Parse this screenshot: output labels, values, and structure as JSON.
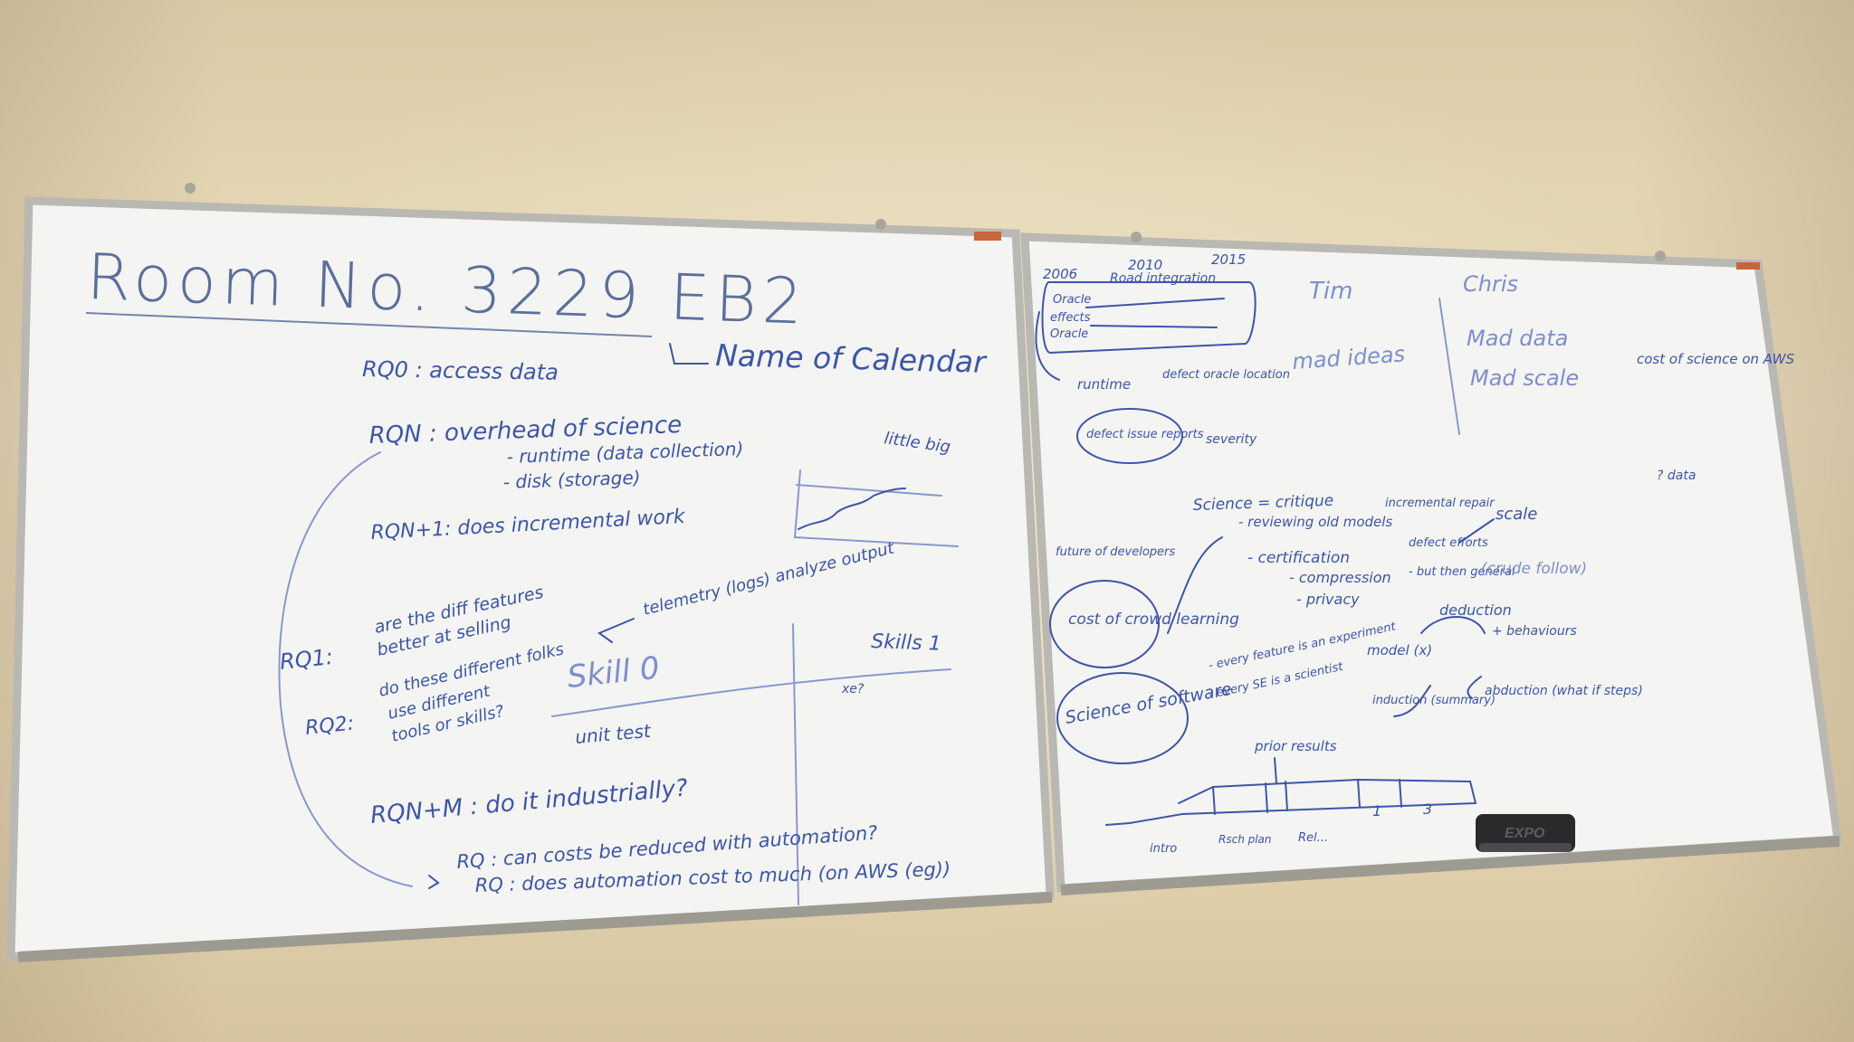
{
  "left_board": {
    "title": "Room No. 3229 EB2",
    "rq0": "RQ0 : access data",
    "calendar_note": "Name of Calendar",
    "rqn": "RQN : overhead of science",
    "rqn_sub1": "- runtime (data collection)",
    "rqn_sub2": "- disk (storage)",
    "chart_label": "little big",
    "rqn1": "RQN+1: does incremental work",
    "rq1_label": "RQ1:",
    "rq1_line1": "are the diff features",
    "rq1_line2": "better at selling",
    "rq2_label": "RQ2:",
    "rq2_line1": "do these different folks",
    "rq2_line2": "use different",
    "rq2_line3": "tools or skills?",
    "telemetry": "telemetry (logs) analyze output",
    "skill0": "Skill 0",
    "skills1": "Skills 1",
    "xe": "xe?",
    "unit_test": "unit test",
    "rqnm": "RQN+M : do it industrially?",
    "rqq1": "RQ : can costs be reduced with automation?",
    "rqq2": "RQ : does automation cost to much (on AWS (eg))"
  },
  "right_board": {
    "years": [
      "2006",
      "2010",
      "2015"
    ],
    "timeline_top1": "Oracle",
    "timeline_top2": "effects",
    "timeline_top3": "Oracle",
    "road_integration": "Road integration",
    "runtime": "runtime",
    "defect_oracle": "defect oracle location",
    "defect_issue": "defect issue reports",
    "severity": "severity",
    "tim": "Tim",
    "mad_ideas": "mad ideas",
    "chris": "Chris",
    "mad_data": "Mad data",
    "mad_scale": "Mad scale",
    "cost_science": "cost of science on AWS",
    "data_q": "? data",
    "science_critique": "Science = critique",
    "reviewing_old": "- reviewing old models",
    "incremental_repair": "incremental repair",
    "certification": "- certification",
    "compression": "- compression",
    "privacy": "- privacy",
    "defect_efforts": "defect efforts",
    "but_then_general": "- but then general",
    "scale": "scale",
    "crude_follow": "(crude follow)",
    "future_devs": "future of developers",
    "cost_crowd": "cost of crowd learning",
    "science_software": "Science of software",
    "every_feature": "- every feature is an experiment",
    "every_se": "- every SE is a scientist",
    "model": "model (x)",
    "deduction": "deduction",
    "behaviours": "+ behaviours",
    "induction": "induction (summary)",
    "abduction": "abduction (what if steps)",
    "prior_results": "prior results",
    "tick_labels": [
      "1",
      "3"
    ],
    "bottom_labels": [
      "intro",
      "Rsch plan",
      "Rel..."
    ],
    "eraser_label": "EXPO"
  }
}
